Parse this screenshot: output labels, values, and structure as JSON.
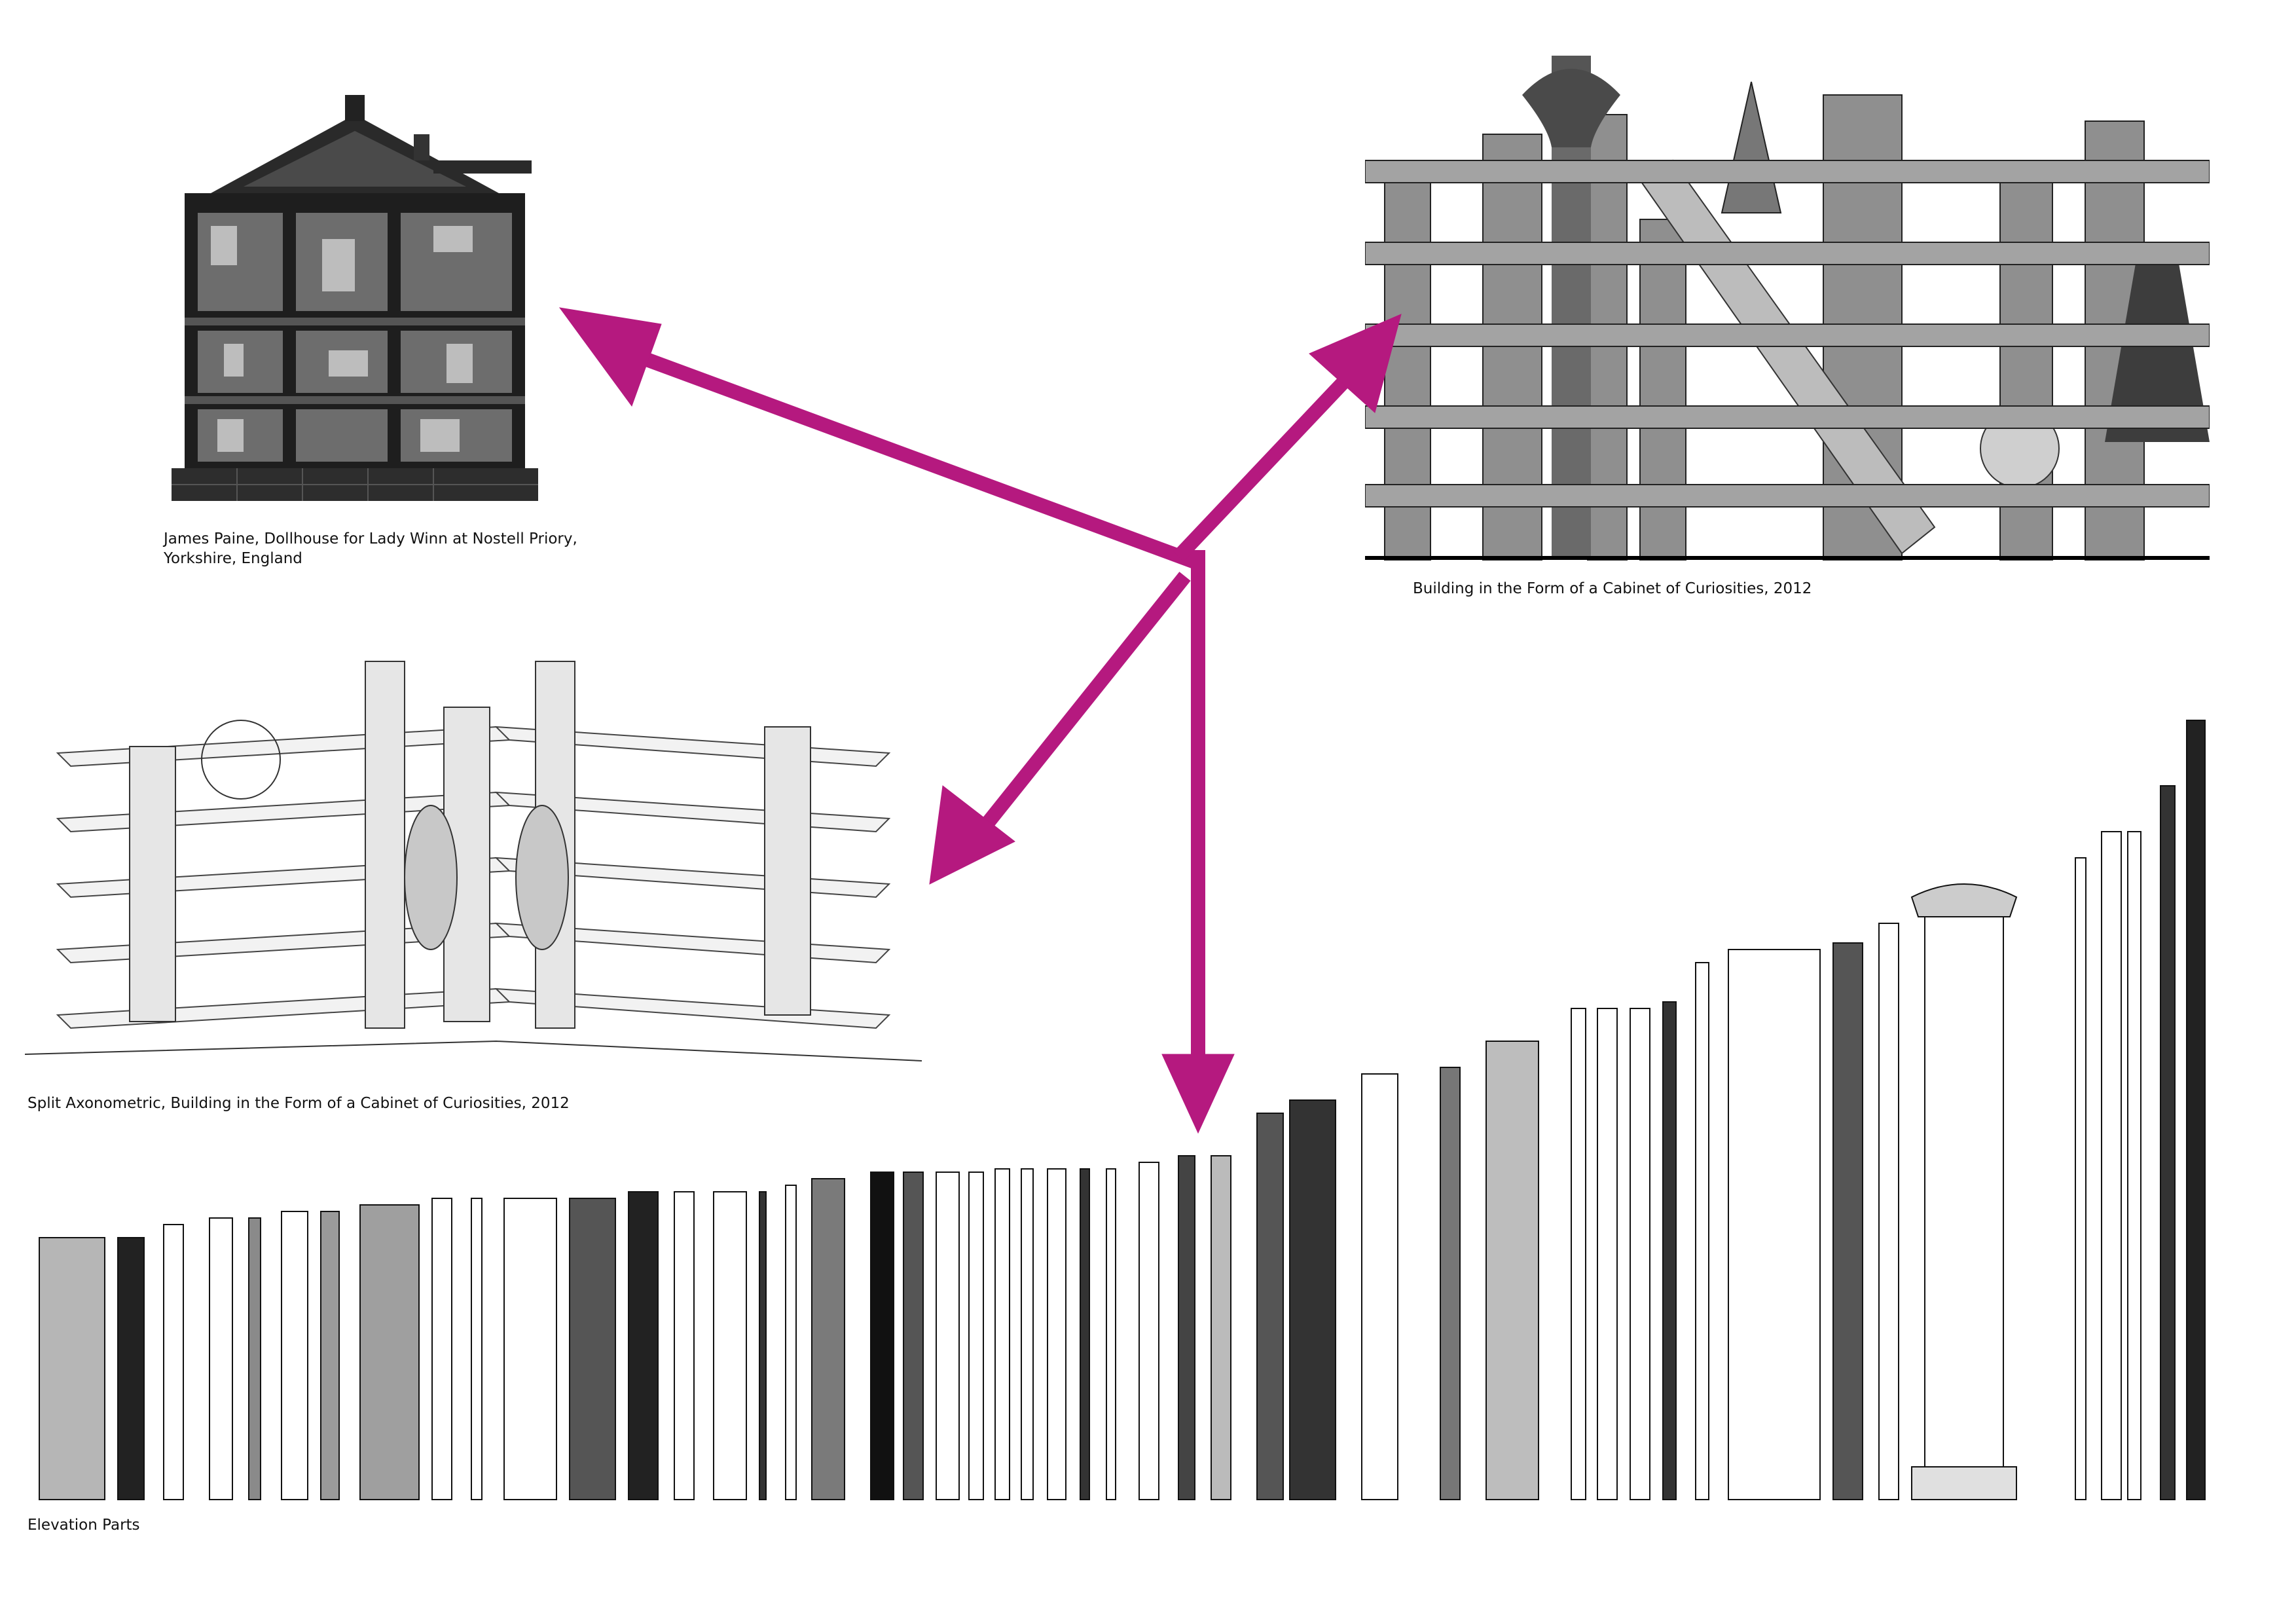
{
  "captions": {
    "dollhouse": "James Paine, Dollhouse for Lady Winn at Nostell Priory, Yorkshire, England",
    "cabinet": "Building in the Form of a Cabinet of Curiosities, 2012",
    "axonometric": "Split Axonometric, Building in the Form of a Cabinet of Curiosities, 2012",
    "parts": "Elevation Parts"
  },
  "colors": {
    "arrow": "#b5197f",
    "ink": "#111111",
    "grey": "#8a8a8a",
    "paper": "#ffffff"
  },
  "icons": {
    "arrow_head": "arrow-head-icon"
  }
}
